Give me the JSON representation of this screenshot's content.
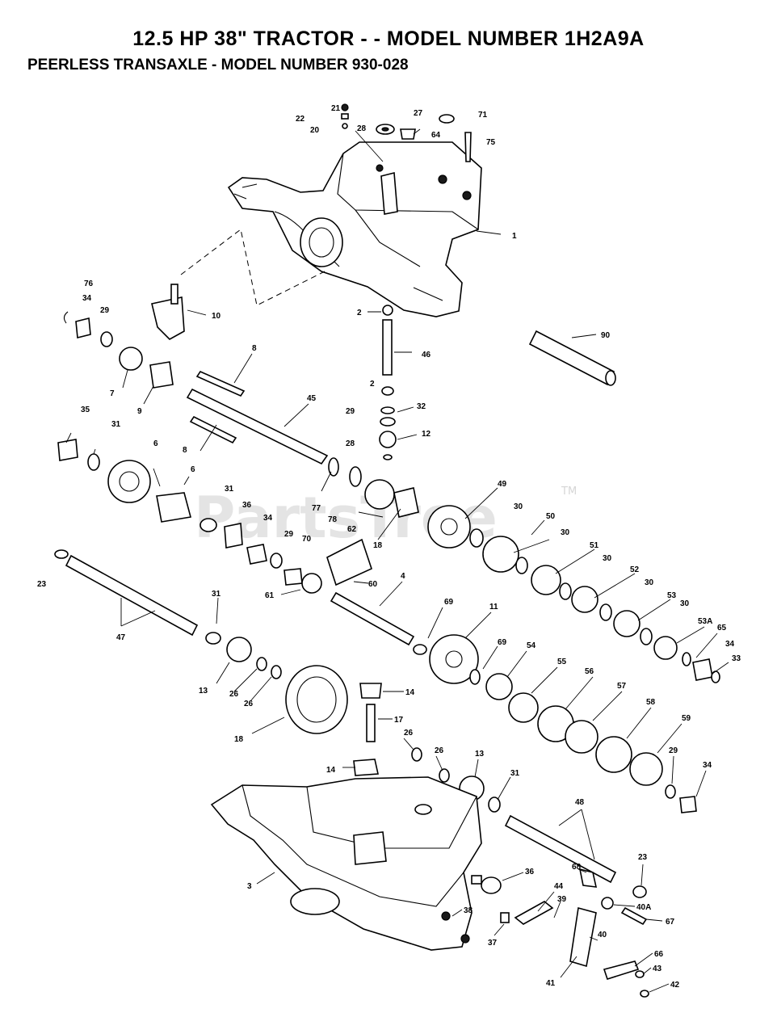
{
  "header": {
    "title": "12.5 HP 38\" TRACTOR - - MODEL NUMBER 1H2A9A",
    "subtitle": "PEERLESS TRANSAXLE - MODEL NUMBER 930-028"
  },
  "watermark": {
    "text": "PartsTree",
    "tm": "TM"
  },
  "callouts": {
    "c21": "21",
    "c22": "22",
    "c20": "20",
    "c27": "27",
    "c28a": "28",
    "c64": "64",
    "c71": "71",
    "c75": "75",
    "c1": "1",
    "c76": "76",
    "c34a": "34",
    "c29a": "29",
    "c10": "10",
    "c2a": "2",
    "c46": "46",
    "c90": "90",
    "c8a": "8",
    "c7": "7",
    "c9": "9",
    "c45": "45",
    "c2b": "2",
    "c29b": "29",
    "c32": "32",
    "c12": "12",
    "c28b": "28",
    "c35": "35",
    "c31a": "31",
    "c6a": "6",
    "c8b": "8",
    "c6b": "6",
    "c31b": "31",
    "c36a": "36",
    "c34b": "34",
    "c77": "77",
    "c78": "78",
    "c62": "62",
    "c18a": "18",
    "c49": "49",
    "c30a": "30",
    "c50": "50",
    "c30b": "30",
    "c29c": "29",
    "c70": "70",
    "c51": "51",
    "c30c": "30",
    "c52": "52",
    "c30d": "30",
    "c53": "53",
    "c30e": "30",
    "c53a": "53A",
    "c60": "60",
    "c61": "61",
    "c23a": "23",
    "c4": "4",
    "c69a": "69",
    "c11": "11",
    "c65": "65",
    "c34c": "34",
    "c33": "33",
    "c31c": "31",
    "c47": "47",
    "c69b": "69",
    "c54": "54",
    "c55": "55",
    "c56": "56",
    "c57": "57",
    "c58": "58",
    "c59": "59",
    "c13a": "13",
    "c26a": "26",
    "c26b": "26",
    "c14a": "14",
    "c17": "17",
    "c18b": "18",
    "c26c": "26",
    "c26d": "26",
    "c13b": "13",
    "c31d": "31",
    "c14b": "14",
    "c29d": "29",
    "c34d": "34",
    "c48": "48",
    "c3": "3",
    "c23b": "23",
    "c68": "68",
    "c36b": "36",
    "c44": "44",
    "c39": "39",
    "c40a": "40A",
    "c67": "67",
    "c38": "38",
    "c37": "37",
    "c40": "40",
    "c41": "41",
    "c66": "66",
    "c43": "43",
    "c42": "42"
  }
}
